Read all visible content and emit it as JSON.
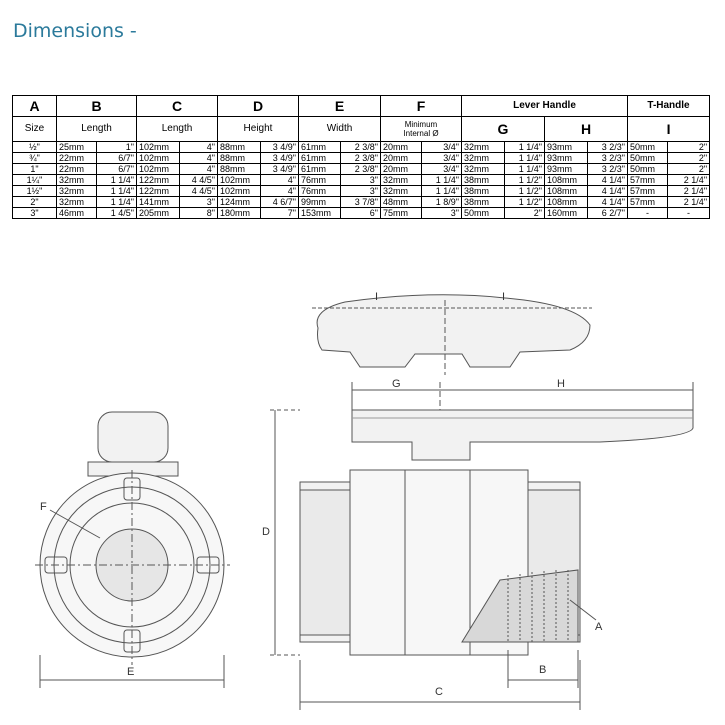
{
  "heading": "Dimensions -",
  "table": {
    "letters": [
      "A",
      "B",
      "C",
      "D",
      "E",
      "F"
    ],
    "lever_handle": "Lever Handle",
    "t_handle": "T-Handle",
    "sub": {
      "size": "Size",
      "length_b": "Length",
      "length_c": "Length",
      "height": "Height",
      "width": "Width",
      "min_int_1": "Minimum",
      "min_int_2": "Internal Ø",
      "g": "G",
      "h": "H",
      "i": "I"
    },
    "rows": [
      [
        "½\"",
        "25mm",
        "1\"",
        "102mm",
        "4\"",
        "88mm",
        "3 4/9\"",
        "61mm",
        "2 3/8\"",
        "20mm",
        "3/4\"",
        "32mm",
        "1 1/4\"",
        "93mm",
        "3 2/3\"",
        "50mm",
        "2\""
      ],
      [
        "¾\"",
        "22mm",
        "6/7\"",
        "102mm",
        "4\"",
        "88mm",
        "3 4/9\"",
        "61mm",
        "2 3/8\"",
        "20mm",
        "3/4\"",
        "32mm",
        "1 1/4\"",
        "93mm",
        "3 2/3\"",
        "50mm",
        "2\""
      ],
      [
        "1\"",
        "22mm",
        "6/7\"",
        "102mm",
        "4\"",
        "88mm",
        "3 4/9\"",
        "61mm",
        "2 3/8\"",
        "20mm",
        "3/4\"",
        "32mm",
        "1 1/4\"",
        "93mm",
        "3 2/3\"",
        "50mm",
        "2\""
      ],
      [
        "1¼\"",
        "32mm",
        "1 1/4\"",
        "122mm",
        "4 4/5\"",
        "102mm",
        "4\"",
        "76mm",
        "3\"",
        "32mm",
        "1 1/4\"",
        "38mm",
        "1 1/2\"",
        "108mm",
        "4 1/4\"",
        "57mm",
        "2 1/4\""
      ],
      [
        "1½\"",
        "32mm",
        "1 1/4\"",
        "122mm",
        "4 4/5\"",
        "102mm",
        "4\"",
        "76mm",
        "3\"",
        "32mm",
        "1 1/4\"",
        "38mm",
        "1 1/2\"",
        "108mm",
        "4 1/4\"",
        "57mm",
        "2 1/4\""
      ],
      [
        "2\"",
        "32mm",
        "1 1/4\"",
        "141mm",
        "3\"",
        "124mm",
        "4 6/7\"",
        "99mm",
        "3 7/8\"",
        "48mm",
        "1 8/9\"",
        "38mm",
        "1 1/2\"",
        "108mm",
        "4 1/4\"",
        "57mm",
        "2 1/4\""
      ],
      [
        "3\"",
        "46mm",
        "1 4/5\"",
        "205mm",
        "8\"",
        "180mm",
        "7\"",
        "153mm",
        "6\"",
        "75mm",
        "3\"",
        "50mm",
        "2\"",
        "160mm",
        "6 2/7\"",
        "-",
        "-"
      ]
    ]
  },
  "drawing": {
    "labels": {
      "i_left": "I",
      "i_right": "I",
      "g": "G",
      "h": "H",
      "d": "D",
      "f": "F",
      "a": "A",
      "b": "B",
      "c": "C",
      "e": "E"
    }
  }
}
